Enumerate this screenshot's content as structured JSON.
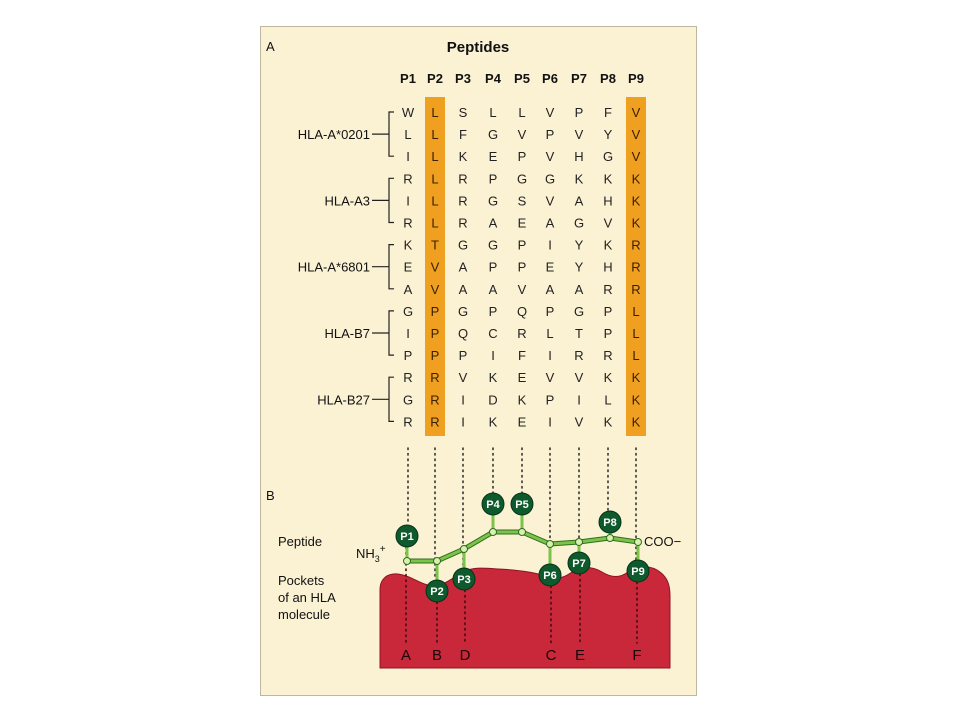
{
  "panel_a": {
    "label": "A",
    "title": "Peptides",
    "positions": [
      "P1",
      "P2",
      "P3",
      "P4",
      "P5",
      "P6",
      "P7",
      "P8",
      "P9"
    ],
    "anchor_positions": [
      "P2",
      "P9"
    ],
    "highlight_color": "#f0a020",
    "groups": [
      {
        "allele": "HLA-A*0201",
        "peptides": [
          "WLSLLVPFV",
          "LLFGVPVYV",
          "ILKEPVHGV"
        ]
      },
      {
        "allele": "HLA-A3",
        "peptides": [
          "RLRPGGKKK",
          "ILRGSVAHK",
          "RLRAEAGVK"
        ]
      },
      {
        "allele": "HLA-A*6801",
        "peptides": [
          "KTGGPIYKR",
          "EVAPPEYHR",
          "AVAAVAARR"
        ]
      },
      {
        "allele": "HLA-B7",
        "peptides": [
          "GPGPQPGPL",
          "IPQCRLTPL",
          "PPPIFIRRL"
        ]
      },
      {
        "allele": "HLA-B27",
        "peptides": [
          "RRVKEVVKK",
          "GRIDKPILK",
          "RRIKEIVKK"
        ]
      }
    ]
  },
  "panel_b": {
    "label": "B",
    "peptide_label": "Peptide",
    "pockets_label": [
      "Pockets",
      "of an HLA",
      "molecule"
    ],
    "n_terminus": {
      "main": "NH",
      "sub": "3",
      "sup": "+"
    },
    "c_terminus": "COO−",
    "residues": [
      "P1",
      "P2",
      "P3",
      "P4",
      "P5",
      "P6",
      "P7",
      "P8",
      "P9"
    ],
    "pockets": [
      "A",
      "B",
      "D",
      "C",
      "E",
      "F"
    ],
    "colors": {
      "bead": "#0e5a2c",
      "chain": "#7cc34a",
      "molecule": "#c8283a"
    }
  }
}
